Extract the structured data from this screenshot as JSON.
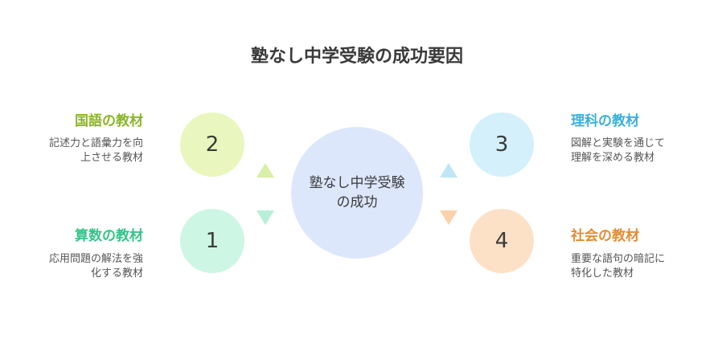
{
  "title": "塾なし中学受験の成功要因",
  "center": {
    "line1": "塾なし中学受験",
    "line2": "の成功"
  },
  "items": [
    {
      "number": "2",
      "heading": "国語の教材",
      "desc": [
        "記述力と語彙力を向",
        "上させる教材"
      ],
      "color": "#8cb52a"
    },
    {
      "number": "1",
      "heading": "算数の教材",
      "desc": [
        "応用問題の解法を強",
        "化する教材"
      ],
      "color": "#35c48a"
    },
    {
      "number": "3",
      "heading": "理科の教材",
      "desc": [
        "図解と実験を通じて",
        "理解を深める教材"
      ],
      "color": "#3ab0db"
    },
    {
      "number": "4",
      "heading": "社会の教材",
      "desc": [
        "重要な語句の暗記に",
        "特化した教材"
      ],
      "color": "#e38c35"
    }
  ]
}
